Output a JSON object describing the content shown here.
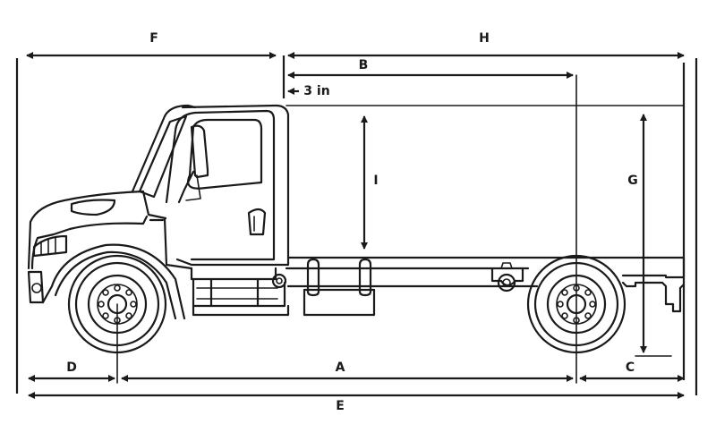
{
  "dimensions": {
    "F": "F",
    "H": "H",
    "B": "B",
    "offset": "3 in",
    "I": "I",
    "G": "G",
    "D": "D",
    "A": "A",
    "C": "C",
    "E": "E"
  },
  "colors": {
    "line": "#1a1a1a",
    "background": "#ffffff"
  }
}
